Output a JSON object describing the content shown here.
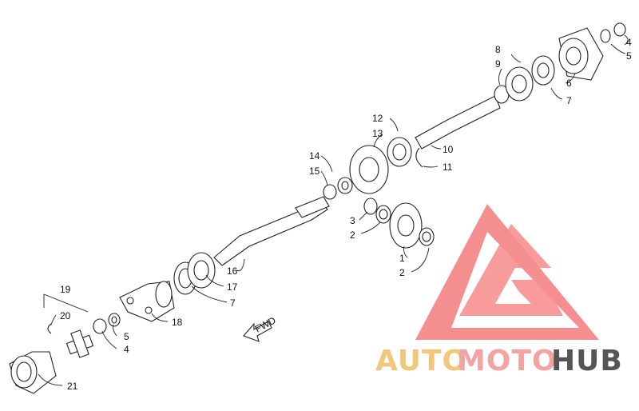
{
  "labels": {
    "l1": "1",
    "l2a": "2",
    "l2b": "2",
    "l3": "3",
    "l4a": "4",
    "l4b": "4",
    "l5a": "5",
    "l5b": "5",
    "l6": "6",
    "l7a": "7",
    "l7b": "7",
    "l8": "8",
    "l9": "9",
    "l10": "10",
    "l11": "11",
    "l12": "12",
    "l13": "13",
    "l14": "14",
    "l15": "15",
    "l16": "16",
    "l17": "17",
    "l18": "18",
    "l19": "19",
    "l20": "20",
    "l21": "21"
  },
  "fwd_arrow": "FWD",
  "watermark": {
    "auto": "AUTO",
    "moto": "MOTO",
    "hub": "HUB",
    "colors": {
      "auto": "#f2c77a",
      "moto": "#f4a3a3",
      "hub": "#555555",
      "logo": "#f47c7c"
    }
  }
}
